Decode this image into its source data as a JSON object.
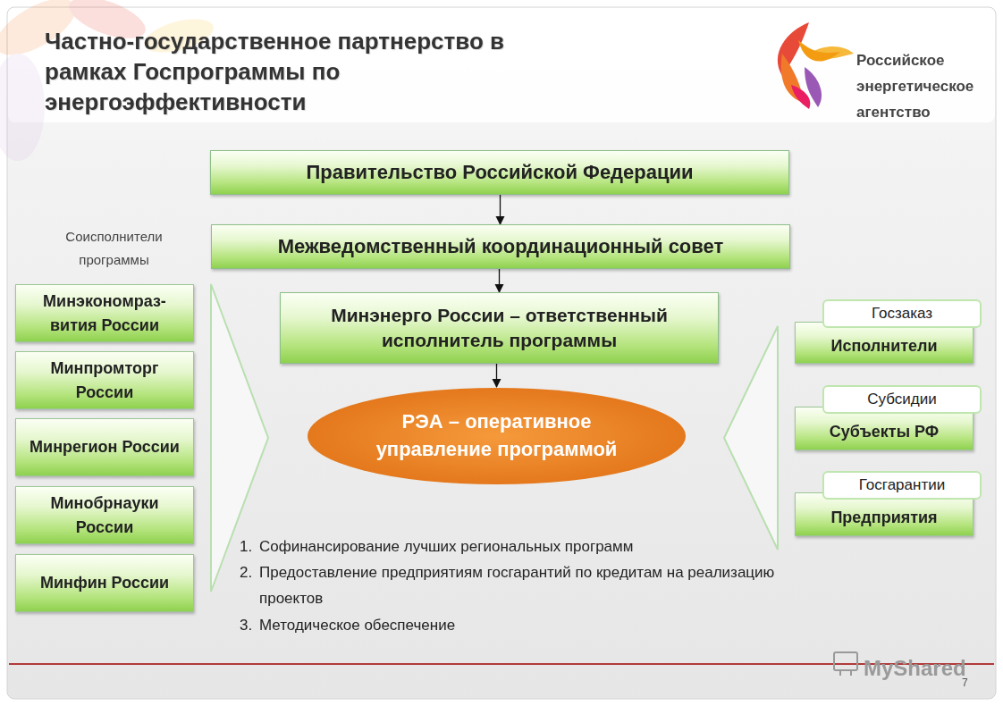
{
  "diagram": {
    "title": "Частно-государственное партнерство в рамках Госпрограммы по энергоэффективности",
    "nodes": [
      {
        "text": [
          "Правительство Российской Федерации"
        ]
      },
      {
        "text": [
          "Межведомственный координационный совет"
        ]
      },
      {
        "text": [
          "Минэнерго России – ответственный исполнитель программы"
        ]
      },
      {
        "text": [
          "РЭА – оперативное управление программой"
        ]
      },
      {
        "text": [
          "Минэкономраз- вития России"
        ]
      },
      {
        "text": [
          "Минпромторг России"
        ]
      },
      {
        "text": [
          "Минрегион России"
        ]
      },
      {
        "text": [
          "Минобрнауки России"
        ]
      },
      {
        "text": [
          "Минфин России"
        ]
      },
      {
        "text": [
          "Госзаказ"
        ]
      },
      {
        "text": [
          "Исполнители"
        ]
      },
      {
        "text": [
          "Субсидии"
        ]
      },
      {
        "text": [
          "Субъекты РФ"
        ]
      },
      {
        "text": [
          "Госгарантии"
        ]
      },
      {
        "text": [
          "Предприятия"
        ]
      }
    ],
    "edges": [
      {
        "from": 0,
        "to": 1,
        "arrow": "to"
      },
      {
        "from": 1,
        "to": 2,
        "arrow": "to"
      },
      {
        "from": 2,
        "to": 3,
        "arrow": "to"
      }
    ],
    "labels": [
      "Российское энергетическое агентство",
      "Соисполнители программы",
      "1.",
      "Софинансирование лучших региональных программ",
      "2.",
      "Предоставление предприятиям госгарантий по кредитам на реализацию проектов",
      "3.",
      "Методическое обеспечение",
      "MyShared",
      "7"
    ]
  }
}
